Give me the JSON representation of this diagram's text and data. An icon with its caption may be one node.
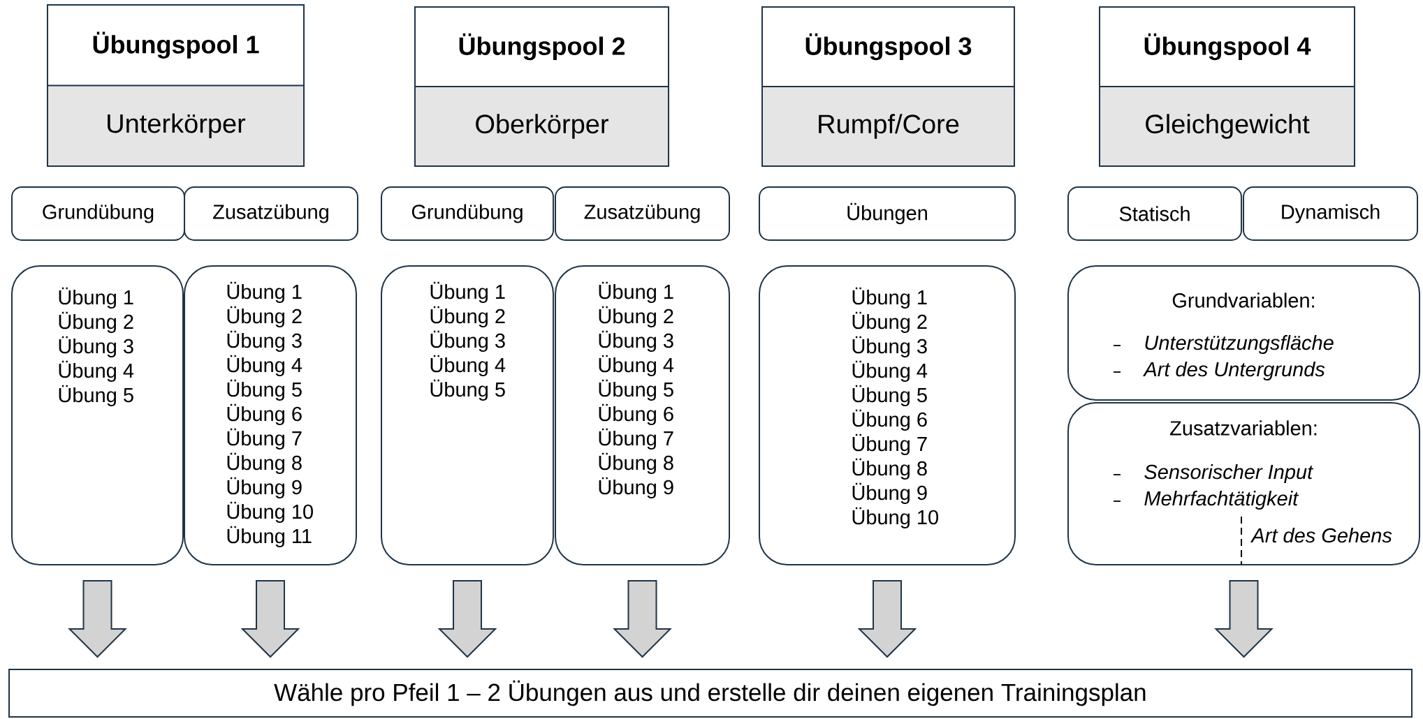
{
  "diagram": {
    "nodes": [
      {
        "text": [
          "Übungspool 1",
          "Unterkörper"
        ]
      },
      {
        "text": [
          "Übungspool 2",
          "Oberkörper"
        ]
      },
      {
        "text": [
          "Übungspool 3",
          "Rumpf/Core"
        ]
      },
      {
        "text": [
          "Übungspool 4",
          "Gleichgewicht"
        ]
      },
      {
        "text": [
          "Grundübung"
        ]
      },
      {
        "text": [
          "Zusatzübung"
        ]
      },
      {
        "text": [
          "Grundübung"
        ]
      },
      {
        "text": [
          "Zusatzübung"
        ]
      },
      {
        "text": [
          "Übungen"
        ]
      },
      {
        "text": [
          "Statisch"
        ]
      },
      {
        "text": [
          "Dynamisch"
        ]
      },
      {
        "text": [
          "Übung 1",
          "Übung 2",
          "Übung 3",
          "Übung 4",
          "Übung 5"
        ]
      },
      {
        "text": [
          "Übung 1",
          "Übung 2",
          "Übung 3",
          "Übung 4",
          "Übung 5",
          "Übung 6",
          "Übung 7",
          "Übung 8",
          "Übung 9",
          "Übung 10",
          "Übung 11"
        ]
      },
      {
        "text": [
          "Übung 1",
          "Übung 2",
          "Übung 3",
          "Übung 4",
          "Übung 5"
        ]
      },
      {
        "text": [
          "Übung 1",
          "Übung 2",
          "Übung 3",
          "Übung 4",
          "Übung 5",
          "Übung 6",
          "Übung 7",
          "Übung 8",
          "Übung 9"
        ]
      },
      {
        "text": [
          "Übung 1",
          "Übung 2",
          "Übung 3",
          "Übung 4",
          "Übung 5",
          "Übung 6",
          "Übung 7",
          "Übung 8",
          "Übung 9",
          "Übung 10"
        ]
      },
      {
        "text": [
          "Grundvariablen:",
          "Unterstützungsfläche",
          "Art des Untergrunds"
        ]
      },
      {
        "text": [
          "Zusatzvariablen:",
          "Sensorischer Input",
          "Mehrfachtätigkeit",
          "Art des Gehens"
        ]
      },
      {
        "text": [
          "Wähle pro Pfeil 1 – 2 Übungen aus und erstelle dir deinen eigenen Trainingsplan"
        ]
      }
    ],
    "edges": [
      {
        "from": 11,
        "to": 18,
        "arrow": "to"
      },
      {
        "from": 12,
        "to": 18,
        "arrow": "to"
      },
      {
        "from": 13,
        "to": 18,
        "arrow": "to"
      },
      {
        "from": 14,
        "to": 18,
        "arrow": "to"
      },
      {
        "from": 15,
        "to": 18,
        "arrow": "to"
      },
      {
        "from": 17,
        "to": 18,
        "arrow": "to"
      }
    ]
  }
}
